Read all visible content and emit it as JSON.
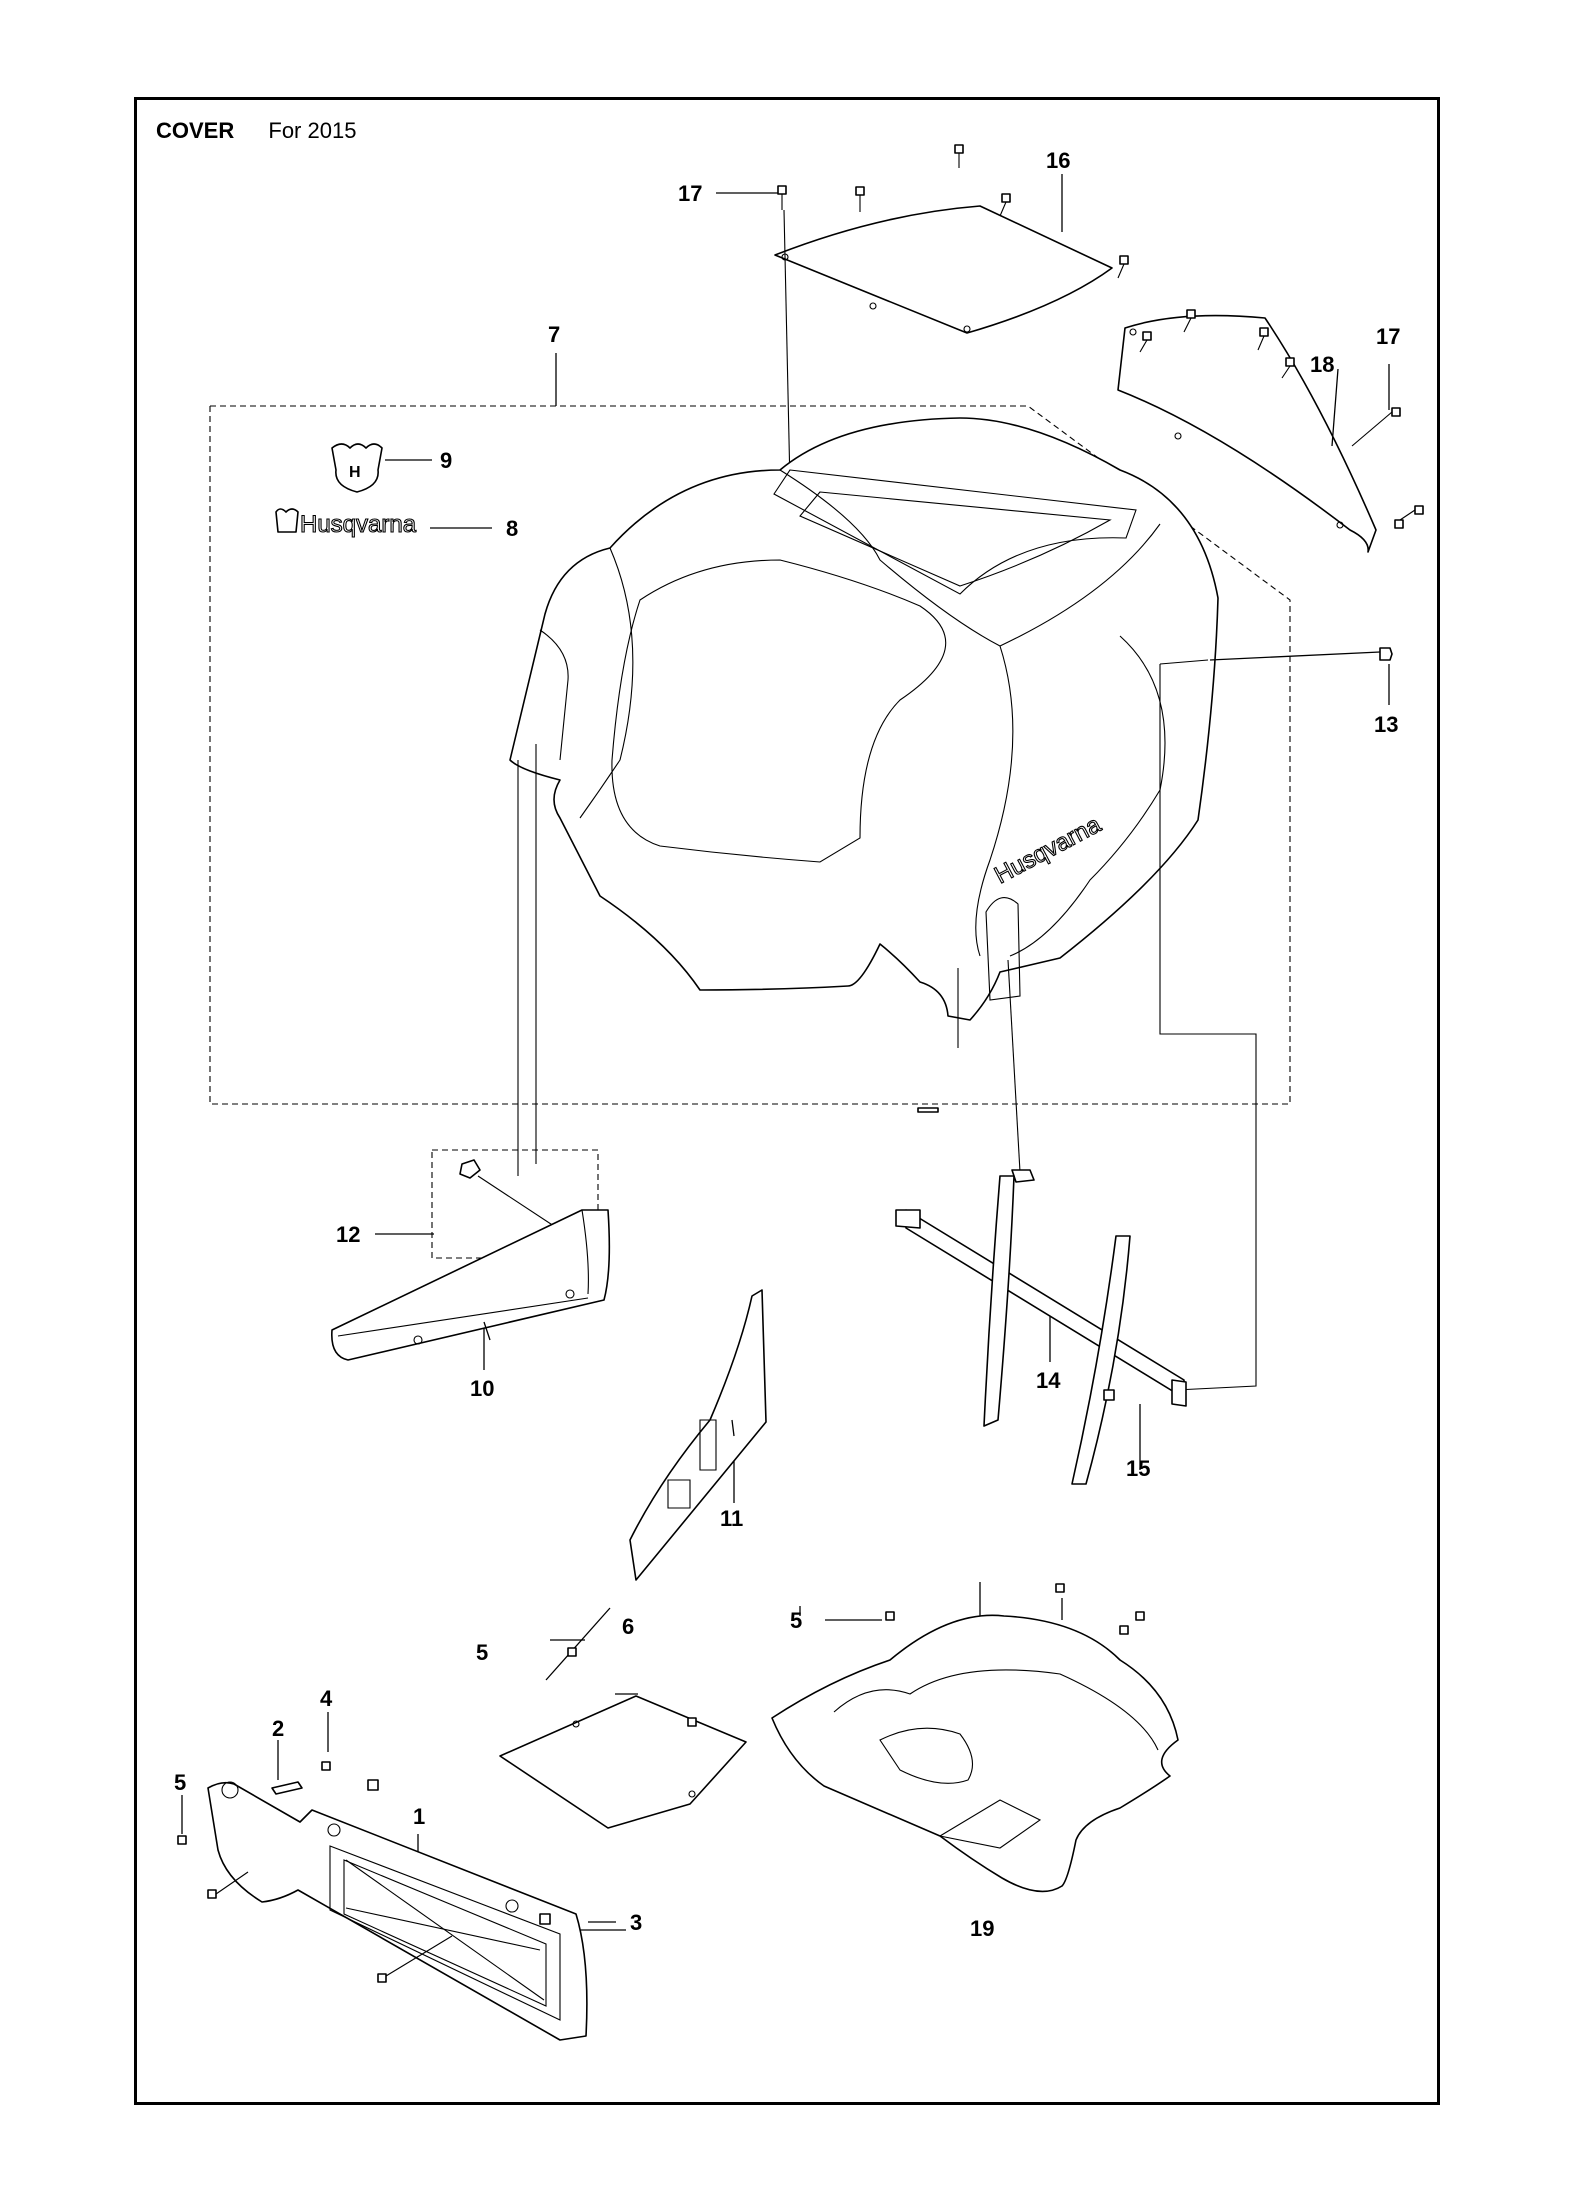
{
  "header": {
    "title": "COVER",
    "subtitle": "For 2015"
  },
  "logo": {
    "brand_text": "Husqvarna",
    "crown_letter": "H"
  },
  "callouts": {
    "c1": "1",
    "c2": "2",
    "c3": "3",
    "c4": "4",
    "c5a": "5",
    "c5b": "5",
    "c5c": "5",
    "c6": "6",
    "c7": "7",
    "c8": "8",
    "c9": "9",
    "c10": "10",
    "c11": "11",
    "c12": "12",
    "c13": "13",
    "c14": "14",
    "c15": "15",
    "c16": "16",
    "c17a": "17",
    "c17b": "17",
    "c18": "18",
    "c19": "19"
  }
}
